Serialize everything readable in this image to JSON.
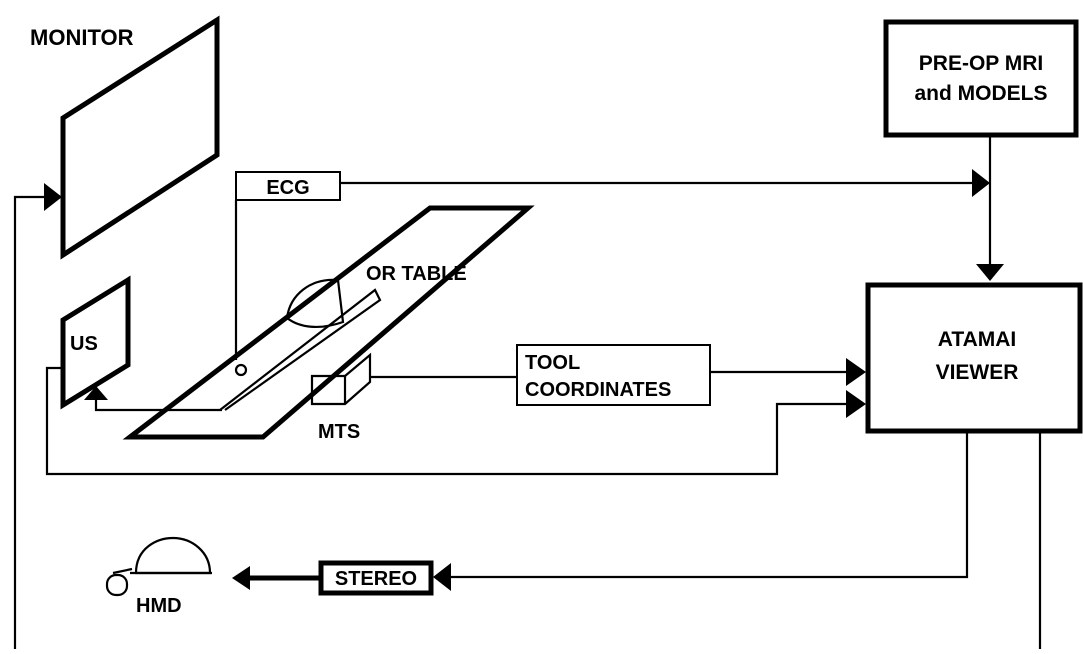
{
  "labels": {
    "monitor": "MONITOR",
    "preop_line1": "PRE-OP MRI",
    "preop_line2": "and MODELS",
    "ecg": "ECG",
    "or_table": "OR TABLE",
    "us": "US",
    "tool_line1": "TOOL",
    "tool_line2": "COORDINATES",
    "atamai_line1": "ATAMAI",
    "atamai_line2": "VIEWER",
    "mts": "MTS",
    "stereo": "STEREO",
    "hmd": "HMD"
  }
}
